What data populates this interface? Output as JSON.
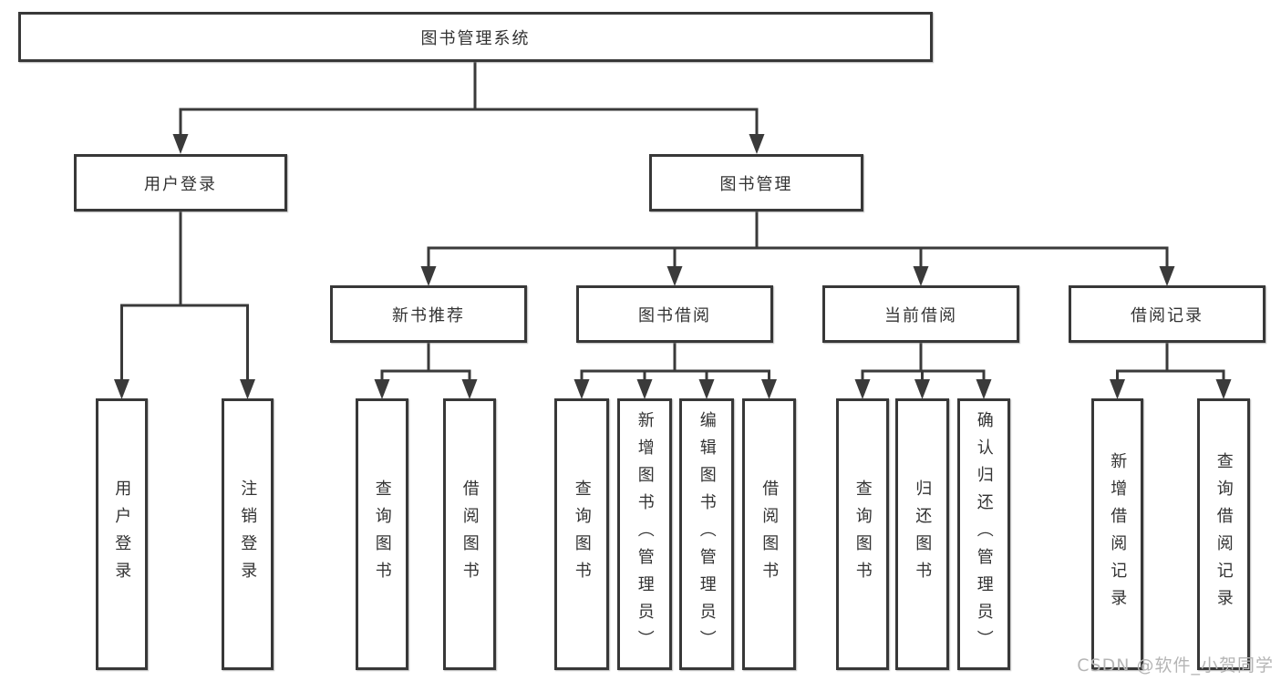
{
  "watermark": "CSDN @软件_小贺同学",
  "colors": {
    "line": "#3a3a3a",
    "box_border": "#383838",
    "box_background": "#ffffff",
    "text": "#333333",
    "watermark": "#b5b5b5",
    "page_background": "#ffffff"
  },
  "tree": {
    "label": "图书管理系统",
    "children": [
      {
        "label": "用户登录",
        "children": [
          {
            "label": "用户登录"
          },
          {
            "label": "注销登录"
          }
        ]
      },
      {
        "label": "图书管理",
        "children": [
          {
            "label": "新书推荐",
            "children": [
              {
                "label": "查询图书"
              },
              {
                "label": "借阅图书"
              }
            ]
          },
          {
            "label": "图书借阅",
            "children": [
              {
                "label": "查询图书"
              },
              {
                "label": "新增图书（管理员）"
              },
              {
                "label": "编辑图书（管理员）"
              },
              {
                "label": "借阅图书"
              }
            ]
          },
          {
            "label": "当前借阅",
            "children": [
              {
                "label": "查询图书"
              },
              {
                "label": "归还图书"
              },
              {
                "label": "确认归还（管理员）"
              }
            ]
          },
          {
            "label": "借阅记录",
            "children": [
              {
                "label": "新增借阅记录"
              },
              {
                "label": "查询借阅记录"
              }
            ]
          }
        ]
      }
    ]
  }
}
